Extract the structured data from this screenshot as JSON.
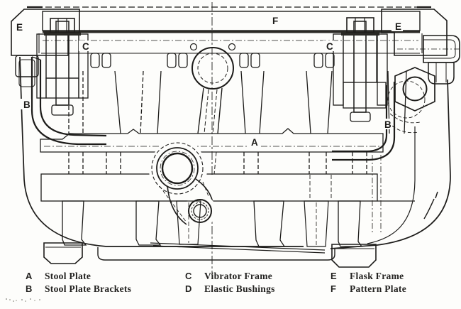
{
  "figure": {
    "labels": {
      "e_left": "E",
      "c_left": "C",
      "f": "F",
      "c_right": "C",
      "e_right": "E",
      "b_left": "B",
      "b_right": "B",
      "a": "A"
    },
    "legend": {
      "items": [
        {
          "key": "A",
          "label": "Stool Plate"
        },
        {
          "key": "B",
          "label": "Stool Plate Brackets"
        },
        {
          "key": "C",
          "label": "Vibrator Frame"
        },
        {
          "key": "D",
          "label": "Elastic Bushings"
        },
        {
          "key": "E",
          "label": "Flask Frame"
        },
        {
          "key": "F",
          "label": "Pattern Plate"
        }
      ]
    },
    "colors": {
      "ink": "#1d1c1a",
      "paper": "#fdfdfb"
    }
  }
}
